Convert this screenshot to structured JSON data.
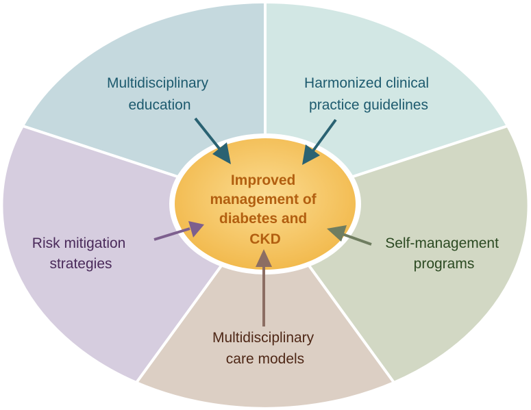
{
  "center": {
    "lines": [
      "Improved",
      "management of",
      "diabetes and",
      "CKD"
    ],
    "fill": "#f6c763",
    "text_color": "#b25f10"
  },
  "segments": [
    {
      "id": "education",
      "lines": [
        "Multidisciplinary",
        "education"
      ],
      "fill": "#c5d9de",
      "text_color": "#1d5a6e",
      "arrow_color": "#2a6272"
    },
    {
      "id": "guidelines",
      "lines": [
        "Harmonized clinical",
        "practice guidelines"
      ],
      "fill": "#d2e7e4",
      "text_color": "#1d5a6e",
      "arrow_color": "#2a6272"
    },
    {
      "id": "self-management",
      "lines": [
        "Self-management",
        "programs"
      ],
      "fill": "#d2d8c4",
      "text_color": "#2c4a22",
      "arrow_color": "#6f7d60"
    },
    {
      "id": "care-models",
      "lines": [
        "Multidisciplinary",
        "care models"
      ],
      "fill": "#dccfc4",
      "text_color": "#4e2716",
      "arrow_color": "#8c6e63"
    },
    {
      "id": "risk-mitigation",
      "lines": [
        "Risk mitigation",
        "strategies"
      ],
      "fill": "#d6cddf",
      "text_color": "#4a2a5a",
      "arrow_color": "#7d5f8e"
    }
  ]
}
